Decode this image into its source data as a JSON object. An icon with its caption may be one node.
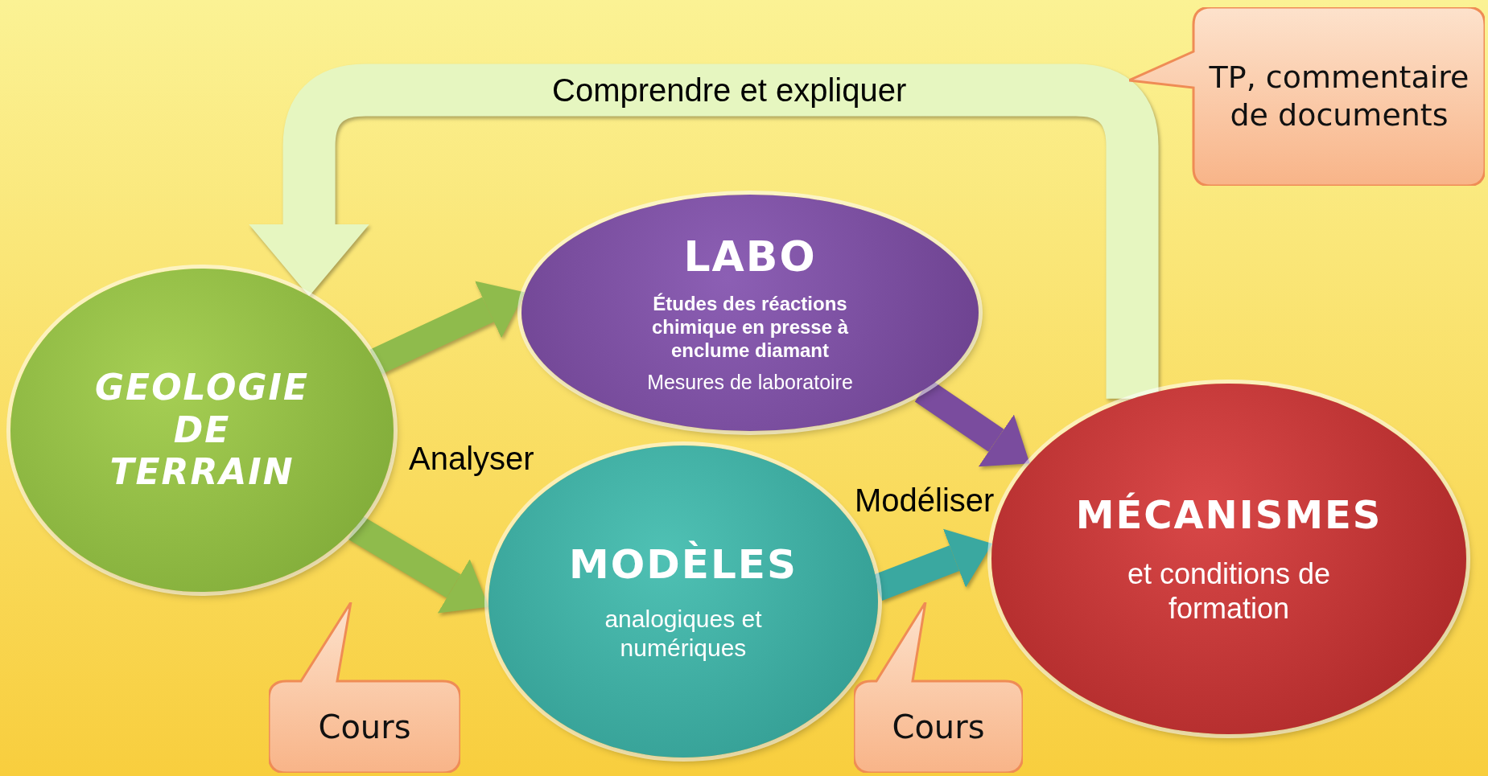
{
  "diagram": {
    "nodes": [
      {
        "text": [
          "GEOLOGIE DE TERRAIN"
        ]
      },
      {
        "text": [
          "LABO",
          "Études des réactions chimique en presse à enclume diamant",
          "Mesures de laboratoire"
        ]
      },
      {
        "text": [
          "MODÈLES",
          "analogiques et numériques"
        ]
      },
      {
        "text": [
          "MÉCANISMES",
          "et conditions de formation"
        ]
      },
      {
        "text": [
          "TP, commentaire de documents"
        ]
      },
      {
        "text": [
          "Cours"
        ]
      },
      {
        "text": [
          "Cours"
        ]
      }
    ],
    "edges": [
      {
        "from": 0,
        "to": 1,
        "arrow": "to",
        "color": "#8fbb4c"
      },
      {
        "from": 0,
        "to": 2,
        "arrow": "to",
        "color": "#8fbb4c"
      },
      {
        "from": 1,
        "to": 3,
        "arrow": "to",
        "color": "#7a4c9e"
      },
      {
        "from": 2,
        "to": 3,
        "arrow": "to",
        "color": "#3aa8a0"
      },
      {
        "from": 3,
        "to": 0,
        "arrow": "to",
        "style": "thick",
        "color": "#e6f6c0",
        "label": "Comprendre et expliquer"
      }
    ],
    "labels": [
      "Analyser",
      "Modéliser"
    ]
  }
}
